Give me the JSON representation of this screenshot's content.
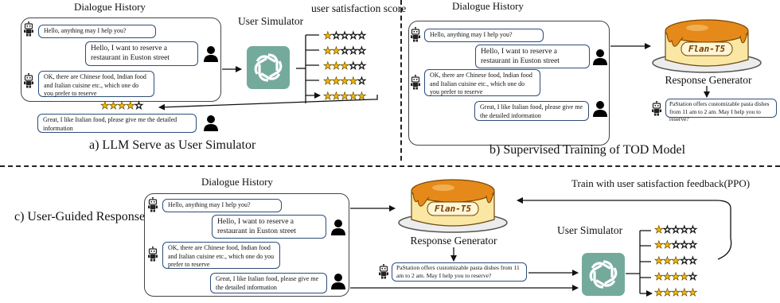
{
  "panel_a": {
    "title": "Dialogue History",
    "sys1": "Hello, anything may I help you?",
    "usr1": "Hello, I want to reserve a restaurant in Euston street",
    "sys2": "OK, there are Chinese food, Indian food and Italian cuisine etc., which one do you prefer to reserve",
    "usr2": "Great, I like Italian food, please give me the detailed information",
    "sim_label": "User Simulator",
    "score_label": "user satisfaction score",
    "ratings": [
      1,
      2,
      3,
      4,
      5
    ],
    "selected_rating": 4,
    "caption": "a) LLM Serve as User Simulator"
  },
  "panel_b": {
    "title": "Dialogue History",
    "sys1": "Hello, anything may I help you?",
    "usr1": "Hello, I want to reserve a restaurant in Euston street",
    "sys2": "OK, there are Chinese food, Indian food and Italian cuisine etc., which one do you prefer to reserve",
    "usr2": "Great, I like Italian food, please give me the detailed information",
    "model_label": "Flan-T5",
    "generator_label": "Response Generator",
    "response": "PaStation offers customizable pasta dishes from 11 am to 2 am. May I help you to reserve?",
    "caption": "b) Supervised Training of TOD Model"
  },
  "panel_c": {
    "title": "Dialogue History",
    "sys1": "Hello, anything may I help you?",
    "usr1": "Hello, I want to reserve a restaurant in Euston street",
    "sys2": "OK, there are Chinese food, Indian food and Italian cuisine etc., which one do you prefer to reserve",
    "usr2": "Great, I like Italian food, please give me the detailed information",
    "model_label": "Flan-T5",
    "generator_label": "Response Generator",
    "response": "PaStation offers customizable pasta dishes from 11 am to 2 am. May I help you to reserve?",
    "sim_label": "User Simulator",
    "feedback_label": "Train with user satisfaction feedback(PPO)",
    "ratings": [
      1,
      2,
      3,
      4,
      5
    ],
    "caption": "c) User-Guided Response Optimization"
  },
  "icons": [
    "robot-icon",
    "user-icon",
    "openai-logo",
    "pudding-icon",
    "star-icon"
  ],
  "colors": {
    "bubble_border": "#2d4d7a",
    "gpt_bg": "#74aa9c",
    "star_fill": "#f5b800",
    "pudding_top": "#e58a1a"
  }
}
